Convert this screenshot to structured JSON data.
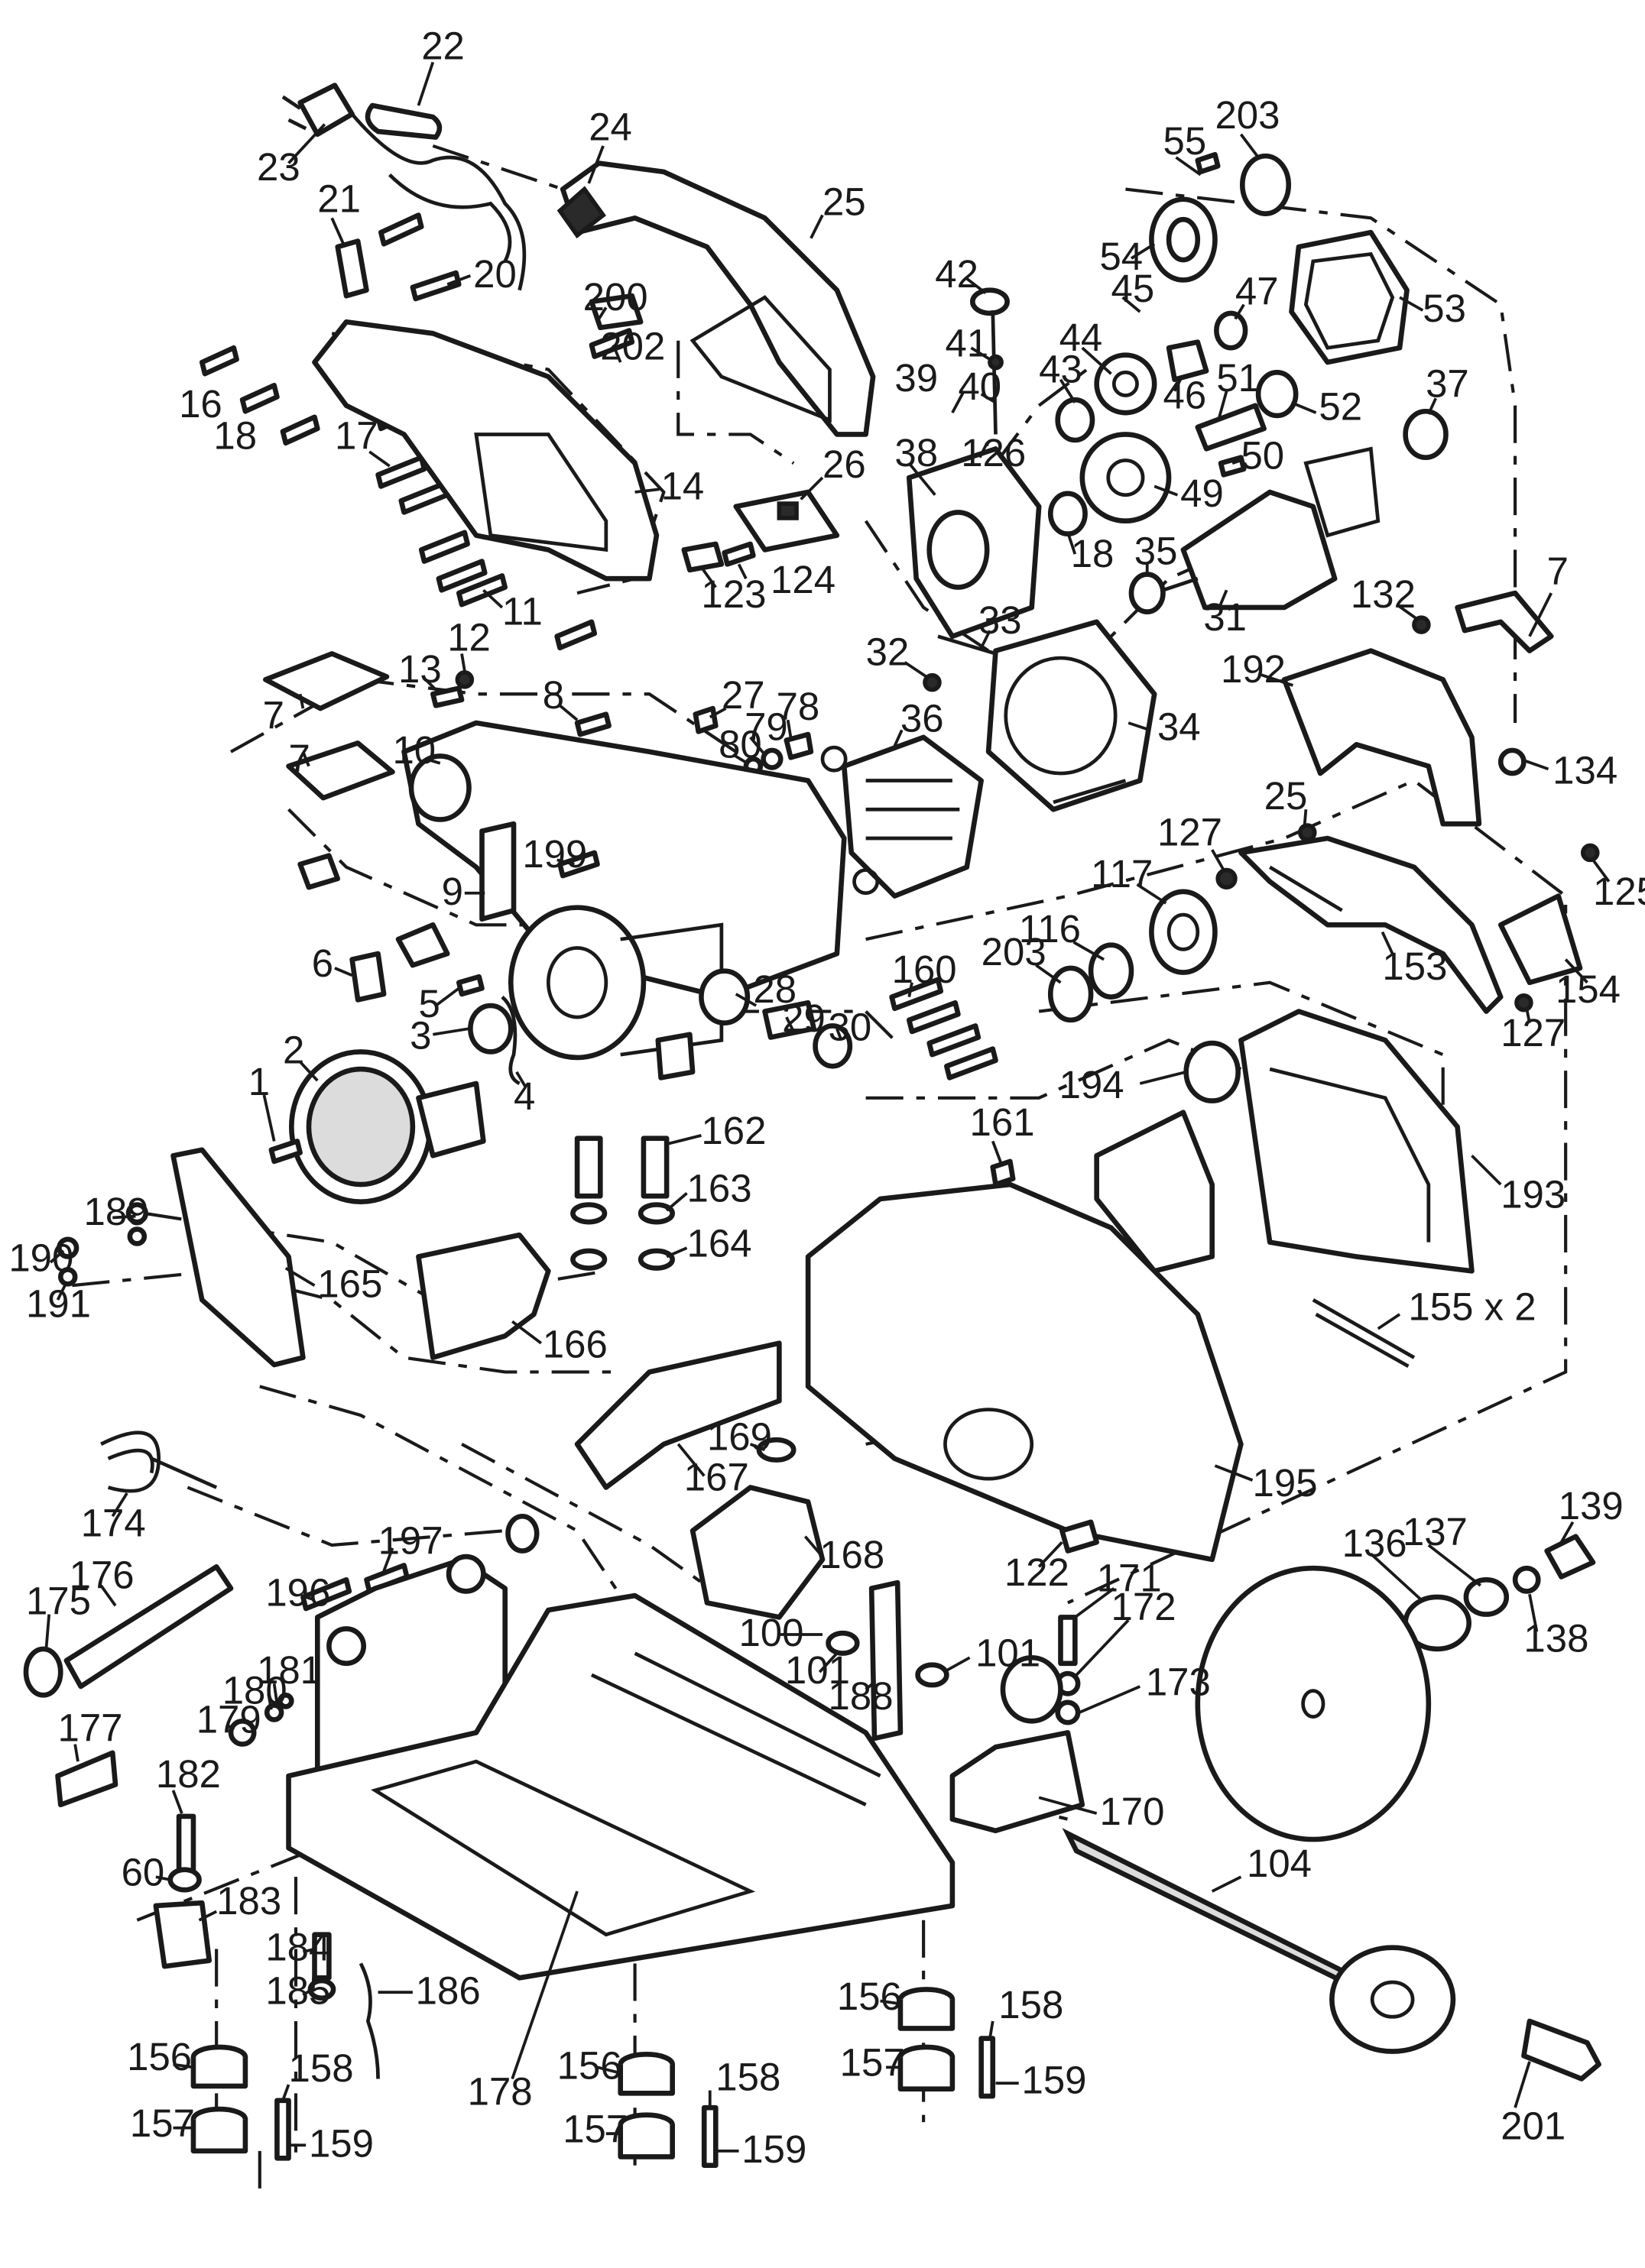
{
  "labels": [
    {
      "id": "p22",
      "text": "22"
    },
    {
      "id": "p23",
      "text": "23"
    },
    {
      "id": "p24",
      "text": "24"
    },
    {
      "id": "p25a",
      "text": "25"
    },
    {
      "id": "p21",
      "text": "21"
    },
    {
      "id": "p20",
      "text": "20"
    },
    {
      "id": "p200",
      "text": "200"
    },
    {
      "id": "p202",
      "text": "202"
    },
    {
      "id": "p16",
      "text": "16"
    },
    {
      "id": "p18a",
      "text": "18"
    },
    {
      "id": "p17",
      "text": "17"
    },
    {
      "id": "p14",
      "text": "14"
    },
    {
      "id": "p11",
      "text": "11"
    },
    {
      "id": "p26",
      "text": "26"
    },
    {
      "id": "p123",
      "text": "123"
    },
    {
      "id": "p124",
      "text": "124"
    },
    {
      "id": "p55",
      "text": "55"
    },
    {
      "id": "p203a",
      "text": "203"
    },
    {
      "id": "p54",
      "text": "54"
    },
    {
      "id": "p53",
      "text": "53"
    },
    {
      "id": "p42",
      "text": "42"
    },
    {
      "id": "p45",
      "text": "45"
    },
    {
      "id": "p47",
      "text": "47"
    },
    {
      "id": "p41",
      "text": "41"
    },
    {
      "id": "p44",
      "text": "44"
    },
    {
      "id": "p39",
      "text": "39"
    },
    {
      "id": "p40",
      "text": "40"
    },
    {
      "id": "p43",
      "text": "43"
    },
    {
      "id": "p46",
      "text": "46"
    },
    {
      "id": "p51",
      "text": "51"
    },
    {
      "id": "p37",
      "text": "37"
    },
    {
      "id": "p52",
      "text": "52"
    },
    {
      "id": "p38",
      "text": "38"
    },
    {
      "id": "p126",
      "text": "126"
    },
    {
      "id": "p50",
      "text": "50"
    },
    {
      "id": "p49",
      "text": "49"
    },
    {
      "id": "p18b",
      "text": "18"
    },
    {
      "id": "p35",
      "text": "35"
    },
    {
      "id": "p31",
      "text": "31"
    },
    {
      "id": "p7a",
      "text": "7"
    },
    {
      "id": "p132",
      "text": "132"
    },
    {
      "id": "p12",
      "text": "12"
    },
    {
      "id": "p13",
      "text": "13"
    },
    {
      "id": "p33",
      "text": "33"
    },
    {
      "id": "p32",
      "text": "32"
    },
    {
      "id": "p192",
      "text": "192"
    },
    {
      "id": "p7b",
      "text": "7"
    },
    {
      "id": "p8",
      "text": "8"
    },
    {
      "id": "p27",
      "text": "27"
    },
    {
      "id": "p79",
      "text": "79"
    },
    {
      "id": "p78",
      "text": "78"
    },
    {
      "id": "p80",
      "text": "80"
    },
    {
      "id": "p36",
      "text": "36"
    },
    {
      "id": "p34",
      "text": "34"
    },
    {
      "id": "p10",
      "text": "10"
    },
    {
      "id": "p134",
      "text": "134"
    },
    {
      "id": "p7c",
      "text": "7"
    },
    {
      "id": "p25b",
      "text": "25"
    },
    {
      "id": "p127a",
      "text": "127"
    },
    {
      "id": "p199",
      "text": "199"
    },
    {
      "id": "p9",
      "text": "9"
    },
    {
      "id": "p117",
      "text": "117"
    },
    {
      "id": "p125",
      "text": "125"
    },
    {
      "id": "p153",
      "text": "153"
    },
    {
      "id": "p154",
      "text": "154"
    },
    {
      "id": "p6",
      "text": "6"
    },
    {
      "id": "p116",
      "text": "116"
    },
    {
      "id": "p160",
      "text": "160"
    },
    {
      "id": "p203b",
      "text": "203"
    },
    {
      "id": "p5",
      "text": "5"
    },
    {
      "id": "p28",
      "text": "28"
    },
    {
      "id": "p127b",
      "text": "127"
    },
    {
      "id": "p2",
      "text": "2"
    },
    {
      "id": "p3",
      "text": "3"
    },
    {
      "id": "p29",
      "text": "29"
    },
    {
      "id": "p30",
      "text": "30"
    },
    {
      "id": "p4",
      "text": "4"
    },
    {
      "id": "p194",
      "text": "194"
    },
    {
      "id": "p1",
      "text": "1"
    },
    {
      "id": "p161",
      "text": "161"
    },
    {
      "id": "p162",
      "text": "162"
    },
    {
      "id": "p193",
      "text": "193"
    },
    {
      "id": "p163",
      "text": "163"
    },
    {
      "id": "p189",
      "text": "189"
    },
    {
      "id": "p164",
      "text": "164"
    },
    {
      "id": "p190",
      "text": "190"
    },
    {
      "id": "p165",
      "text": "165"
    },
    {
      "id": "p191",
      "text": "191"
    },
    {
      "id": "p155",
      "text": "155 x 2"
    },
    {
      "id": "p166",
      "text": "166"
    },
    {
      "id": "p169",
      "text": "169"
    },
    {
      "id": "p167",
      "text": "167"
    },
    {
      "id": "p195",
      "text": "195"
    },
    {
      "id": "p174",
      "text": "174"
    },
    {
      "id": "p168",
      "text": "168"
    },
    {
      "id": "p197",
      "text": "197"
    },
    {
      "id": "p122",
      "text": "122"
    },
    {
      "id": "p139",
      "text": "139"
    },
    {
      "id": "p176",
      "text": "176"
    },
    {
      "id": "p196",
      "text": "196"
    },
    {
      "id": "p171",
      "text": "171"
    },
    {
      "id": "p136",
      "text": "136"
    },
    {
      "id": "p137",
      "text": "137"
    },
    {
      "id": "p175",
      "text": "175"
    },
    {
      "id": "p100",
      "text": "100"
    },
    {
      "id": "p172",
      "text": "172"
    },
    {
      "id": "p138",
      "text": "138"
    },
    {
      "id": "p101a",
      "text": "101"
    },
    {
      "id": "p101b",
      "text": "101"
    },
    {
      "id": "p181",
      "text": "181"
    },
    {
      "id": "p173",
      "text": "173"
    },
    {
      "id": "p180",
      "text": "180"
    },
    {
      "id": "p188",
      "text": "188"
    },
    {
      "id": "p177",
      "text": "177"
    },
    {
      "id": "p179",
      "text": "179"
    },
    {
      "id": "p182",
      "text": "182"
    },
    {
      "id": "p170",
      "text": "170"
    },
    {
      "id": "p104",
      "text": "104"
    },
    {
      "id": "p60",
      "text": "60"
    },
    {
      "id": "p183",
      "text": "183"
    },
    {
      "id": "p184",
      "text": "184"
    },
    {
      "id": "p186",
      "text": "186"
    },
    {
      "id": "p185",
      "text": "185"
    },
    {
      "id": "p156a",
      "text": "156"
    },
    {
      "id": "p158a",
      "text": "158"
    },
    {
      "id": "p157a",
      "text": "157"
    },
    {
      "id": "p159a",
      "text": "159"
    },
    {
      "id": "p156b",
      "text": "156"
    },
    {
      "id": "p158b",
      "text": "158"
    },
    {
      "id": "p157b",
      "text": "157"
    },
    {
      "id": "p159b",
      "text": "159"
    },
    {
      "id": "p178",
      "text": "178"
    },
    {
      "id": "p156c",
      "text": "156"
    },
    {
      "id": "p158c",
      "text": "158"
    },
    {
      "id": "p157c",
      "text": "157"
    },
    {
      "id": "p159c",
      "text": "159"
    },
    {
      "id": "p201",
      "text": "201"
    }
  ]
}
